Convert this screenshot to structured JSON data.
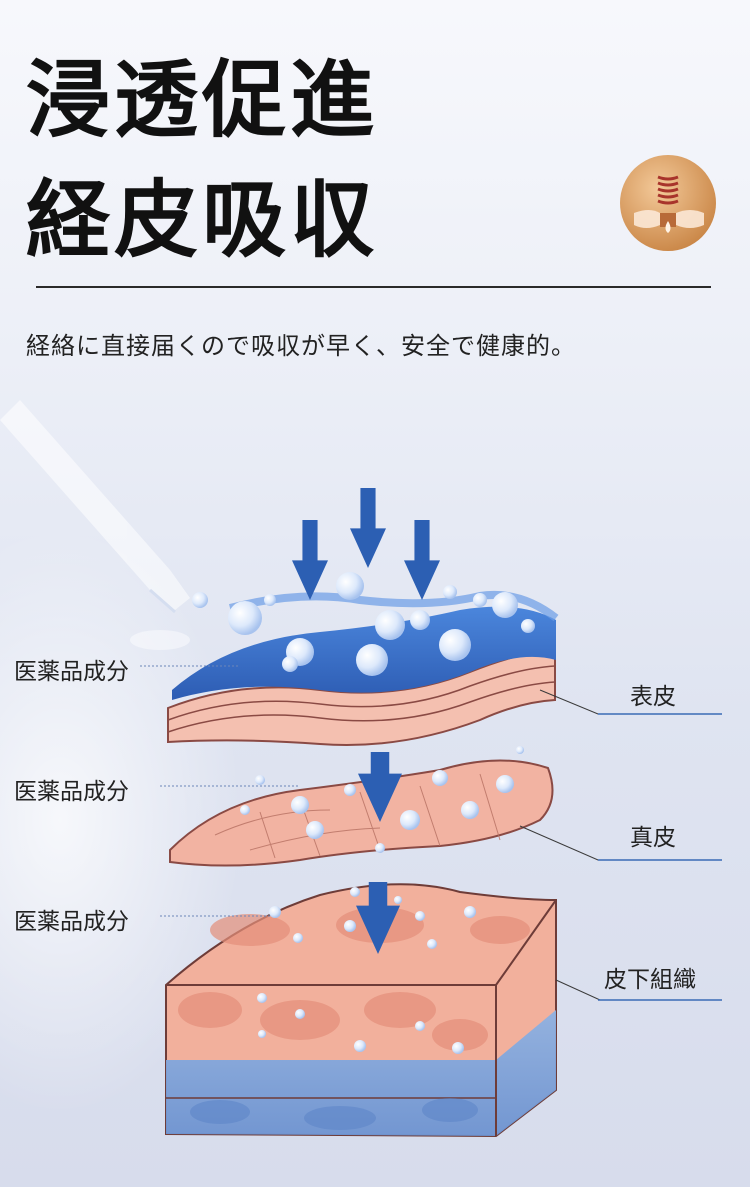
{
  "title_line1": "浸透促進",
  "title_line2": "経皮吸収",
  "subtitle": "経絡に直接届くので吸収が早く、安全で健康的。",
  "badge_icon": "skin-absorption-icon",
  "left_labels": [
    "医薬品成分",
    "医薬品成分",
    "医薬品成分"
  ],
  "right_labels": [
    "表皮",
    "真皮",
    "皮下組織"
  ],
  "colors": {
    "arrow_blue": "#2c5fb3",
    "skin_pink": "#f2b3a2",
    "skin_stroke": "#8a4a44",
    "liquid_blue": "#3a6fc9",
    "leader_line": "#3a6bb5",
    "badge_bg": "#d89a62"
  }
}
